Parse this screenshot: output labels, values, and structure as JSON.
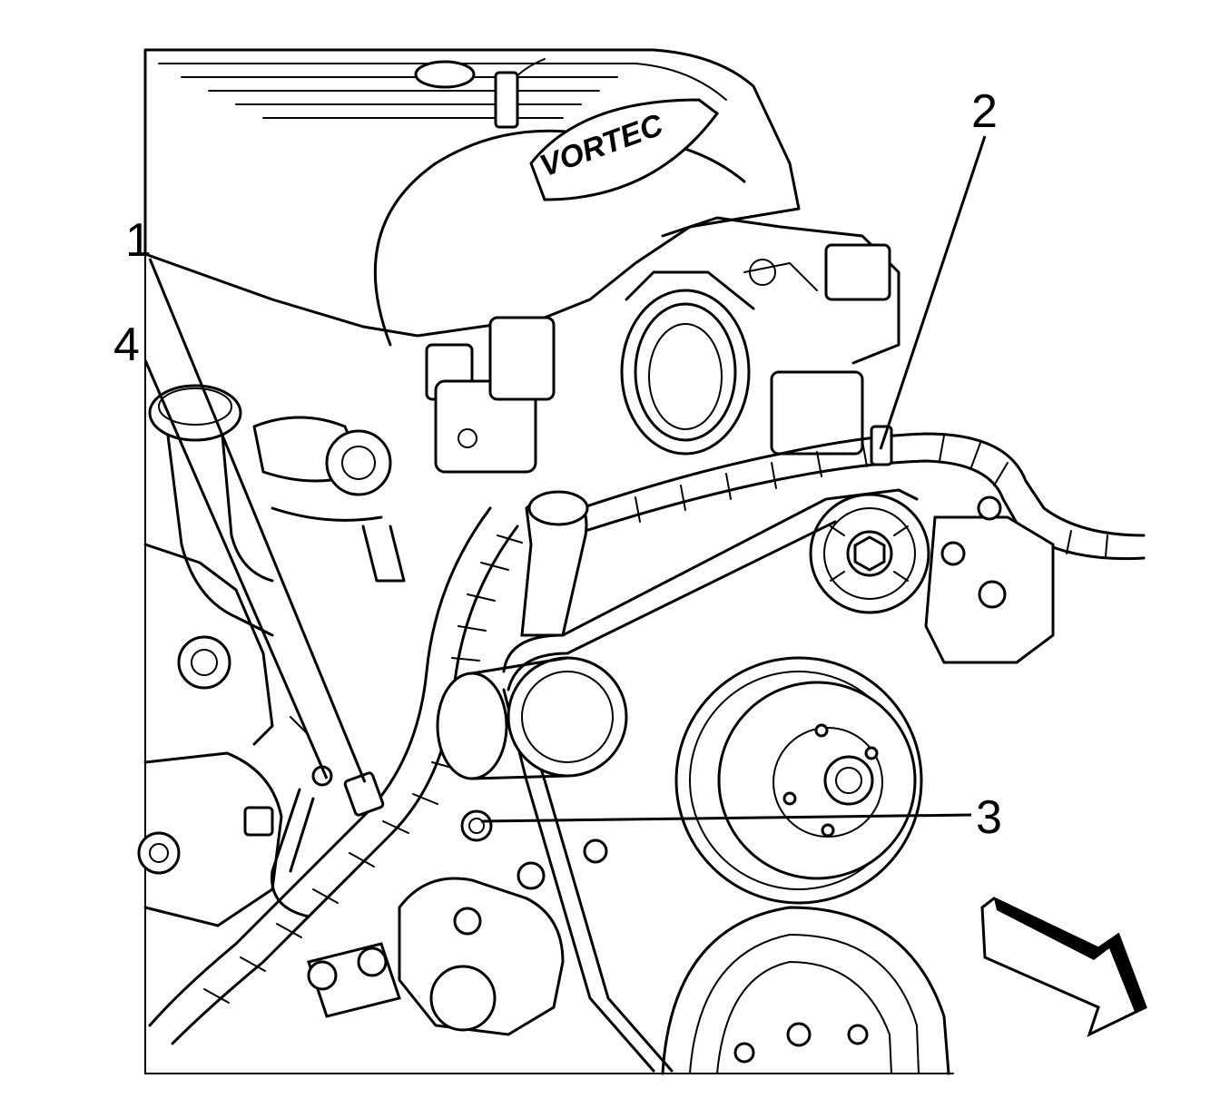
{
  "callouts": [
    {
      "id": "1",
      "label": "1"
    },
    {
      "id": "2",
      "label": "2"
    },
    {
      "id": "3",
      "label": "3"
    },
    {
      "id": "4",
      "label": "4"
    }
  ],
  "logo_text": "VORTEC",
  "icons": {
    "direction_arrow": "forward-direction-arrow-icon"
  }
}
